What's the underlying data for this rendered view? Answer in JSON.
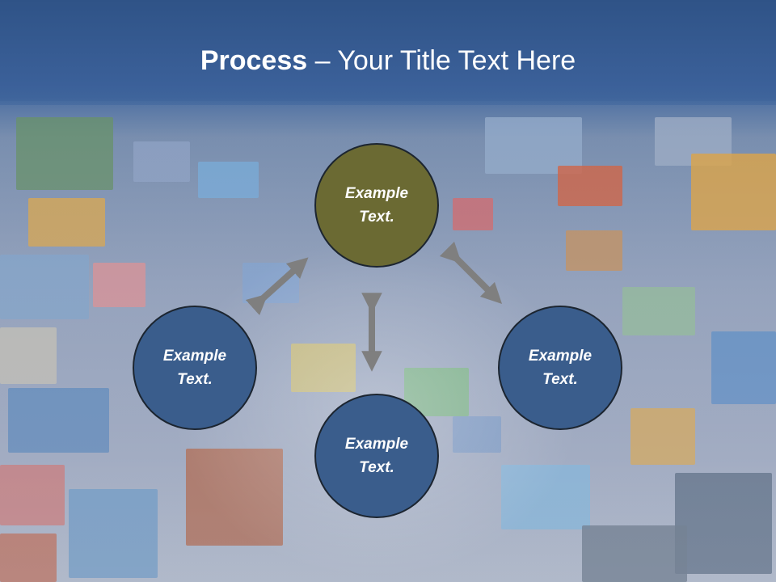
{
  "title": {
    "bold": "Process",
    "rest": " – Your Title Text Here"
  },
  "nodes": {
    "top": "Example Text.",
    "left": "Example Text.",
    "right": "Example Text.",
    "bottom": "Example Text."
  },
  "colors": {
    "title_bar": "#3a5d92",
    "top_circle": "#6b6a33",
    "circle": "#3a5d8c",
    "arrow": "#7f7f7f"
  }
}
